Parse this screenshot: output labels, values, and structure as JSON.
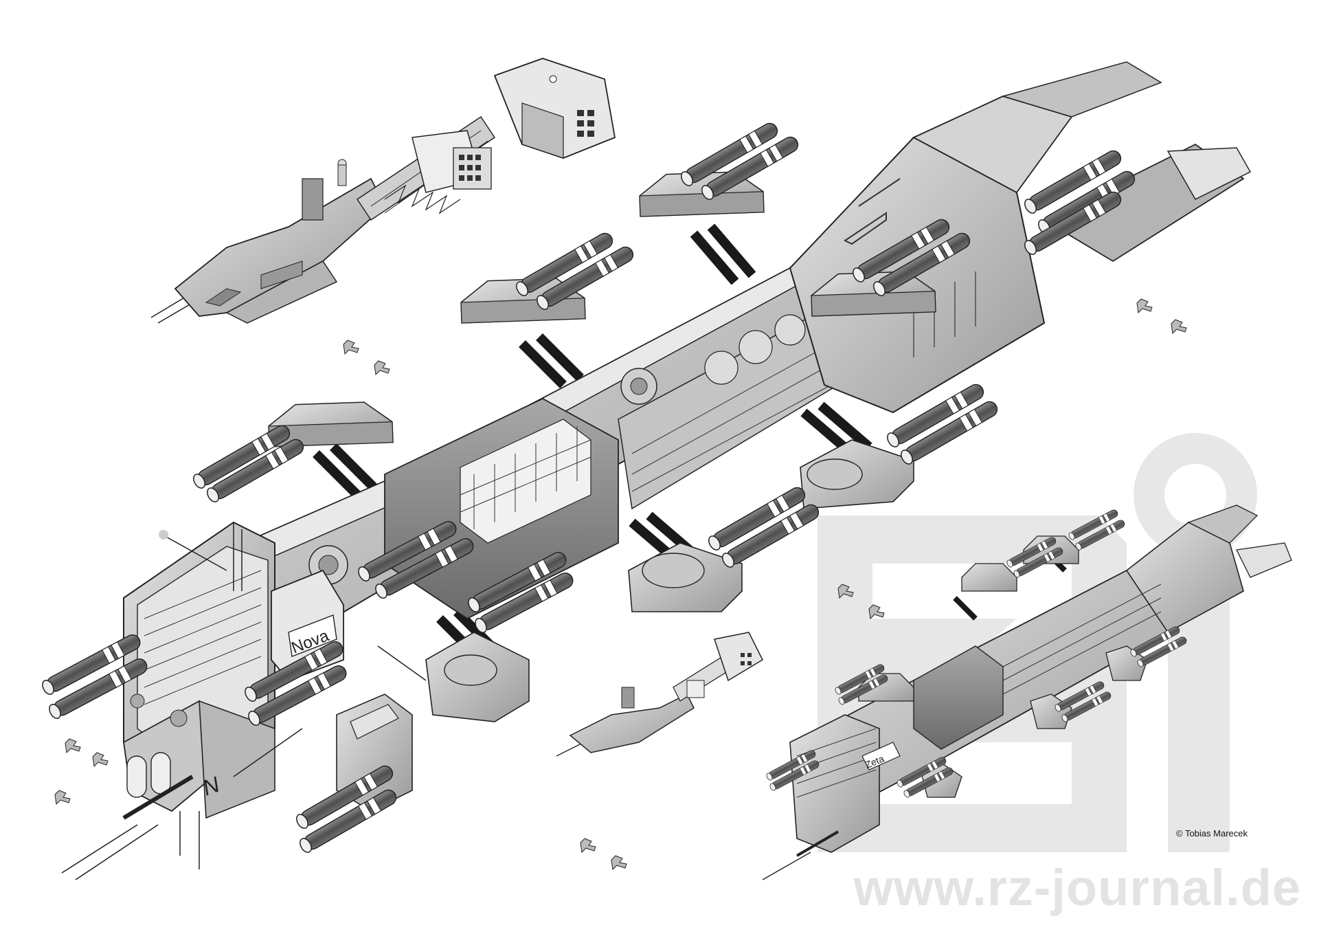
{
  "artwork": {
    "copyright": "© Tobias Marecek",
    "watermark": "www.rz-journal.de",
    "labels": {
      "flagship_name": "Nova",
      "flagship_bow_letter": "N",
      "small_ship_name": "Zeta"
    }
  },
  "colors": {
    "hull_light": "#d8d8d8",
    "hull_mid": "#a9a9a9",
    "hull_dark": "#6e6e6e",
    "barrel": "#5d5d5d",
    "strut": "#1c1c1c",
    "watermark": "#e3e3e3"
  },
  "icons": [
    "rz-logo-watermark"
  ]
}
